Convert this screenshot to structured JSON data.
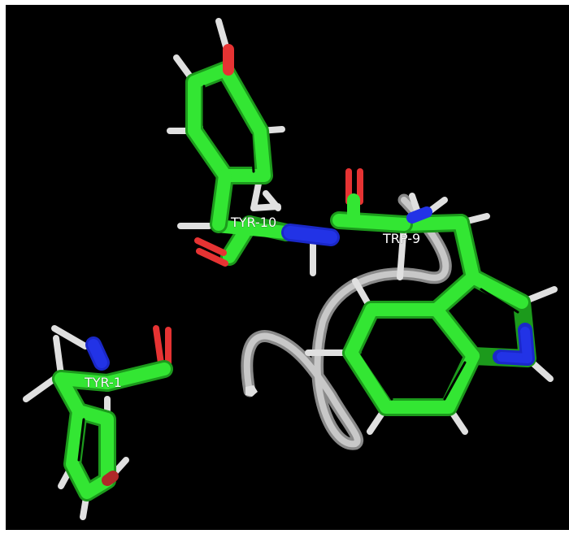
{
  "viewer": {
    "background": "#000000",
    "colors": {
      "carbon": "#33e633",
      "carbon_dark": "#1fa81f",
      "oxygen": "#e63333",
      "nitrogen": "#2233e6",
      "hydrogen": "#e6e6e6",
      "backbone": "#bdbdbd"
    }
  },
  "residues": [
    {
      "id": "tyr10",
      "label": "TYR-10"
    },
    {
      "id": "trp9",
      "label": "TRP-9"
    },
    {
      "id": "tyr1",
      "label": "TYR-1"
    }
  ]
}
